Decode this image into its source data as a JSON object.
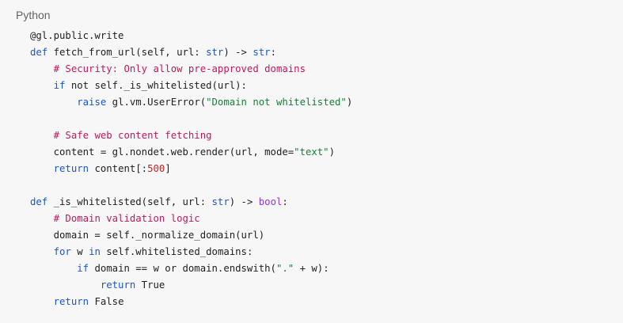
{
  "language_label": "Python",
  "colors": {
    "keyword": "#1a56c9",
    "comment": "#c2185b",
    "string": "#188038",
    "number": "#c5221f",
    "builtin_type": "#9334e6",
    "text": "#202124",
    "background": "#f7f7f8"
  },
  "code_lines": [
    [
      {
        "t": "@gl.public.write",
        "c": ""
      }
    ],
    [
      {
        "t": "def",
        "c": "kw"
      },
      {
        "t": " fetch_from_url(self, url: ",
        "c": ""
      },
      {
        "t": "str",
        "c": "kw"
      },
      {
        "t": ") -> ",
        "c": ""
      },
      {
        "t": "str",
        "c": "kw"
      },
      {
        "t": ":",
        "c": ""
      }
    ],
    [
      {
        "t": "    ",
        "c": ""
      },
      {
        "t": "# Security: Only allow pre-approved domains",
        "c": "cm"
      }
    ],
    [
      {
        "t": "    ",
        "c": ""
      },
      {
        "t": "if",
        "c": "kw"
      },
      {
        "t": " not self._is_whitelisted(url):",
        "c": ""
      }
    ],
    [
      {
        "t": "        ",
        "c": ""
      },
      {
        "t": "raise",
        "c": "kw"
      },
      {
        "t": " gl.vm.UserError(",
        "c": ""
      },
      {
        "t": "\"Domain not whitelisted\"",
        "c": "st"
      },
      {
        "t": ")",
        "c": ""
      }
    ],
    [
      {
        "t": "",
        "c": ""
      }
    ],
    [
      {
        "t": "    ",
        "c": ""
      },
      {
        "t": "# Safe web content fetching",
        "c": "cm"
      }
    ],
    [
      {
        "t": "    content = gl.nondet.web.render(url, mode=",
        "c": ""
      },
      {
        "t": "\"text\"",
        "c": "st"
      },
      {
        "t": ")",
        "c": ""
      }
    ],
    [
      {
        "t": "    ",
        "c": ""
      },
      {
        "t": "return",
        "c": "kw"
      },
      {
        "t": " content[:",
        "c": ""
      },
      {
        "t": "500",
        "c": "nm"
      },
      {
        "t": "]",
        "c": ""
      }
    ],
    [
      {
        "t": "",
        "c": ""
      }
    ],
    [
      {
        "t": "def",
        "c": "kw"
      },
      {
        "t": " _is_whitelisted(self, url: ",
        "c": ""
      },
      {
        "t": "str",
        "c": "kw"
      },
      {
        "t": ") -> ",
        "c": ""
      },
      {
        "t": "bool",
        "c": "bi"
      },
      {
        "t": ":",
        "c": ""
      }
    ],
    [
      {
        "t": "    ",
        "c": ""
      },
      {
        "t": "# Domain validation logic",
        "c": "cm"
      }
    ],
    [
      {
        "t": "    domain = self._normalize_domain(url)",
        "c": ""
      }
    ],
    [
      {
        "t": "    ",
        "c": ""
      },
      {
        "t": "for",
        "c": "kw"
      },
      {
        "t": " w ",
        "c": ""
      },
      {
        "t": "in",
        "c": "kw"
      },
      {
        "t": " self.whitelisted_domains:",
        "c": ""
      }
    ],
    [
      {
        "t": "        ",
        "c": ""
      },
      {
        "t": "if",
        "c": "kw"
      },
      {
        "t": " domain == w or domain.endswith(",
        "c": ""
      },
      {
        "t": "\".\"",
        "c": "st"
      },
      {
        "t": " + w):",
        "c": ""
      }
    ],
    [
      {
        "t": "            ",
        "c": ""
      },
      {
        "t": "return",
        "c": "kw"
      },
      {
        "t": " True",
        "c": ""
      }
    ],
    [
      {
        "t": "    ",
        "c": ""
      },
      {
        "t": "return",
        "c": "kw"
      },
      {
        "t": " False",
        "c": ""
      }
    ]
  ]
}
